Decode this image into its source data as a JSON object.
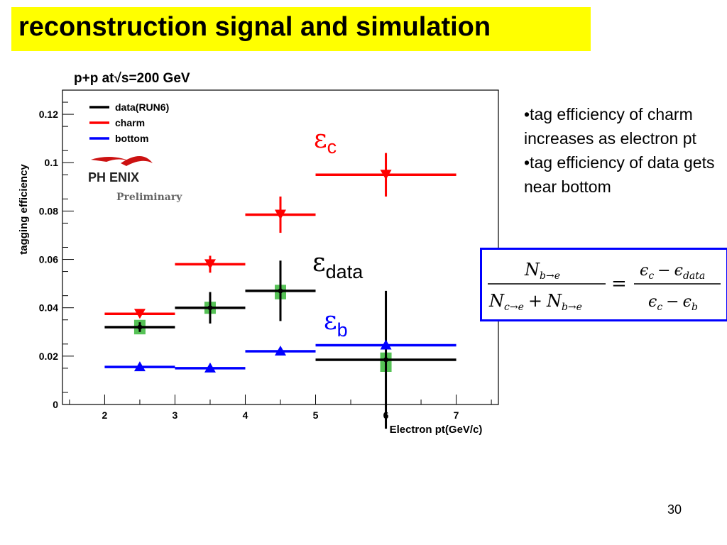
{
  "slide": {
    "title": "reconstruction signal and simulation",
    "page_number": "30",
    "bullets": [
      "•tag efficiency of charm increases as electron pt",
      "•tag efficiency of data gets near bottom"
    ],
    "formula": {
      "numerator_left": "N",
      "numerator_left_sub": "b→e",
      "denominator_left_a": "N",
      "denominator_left_a_sub": "c→e",
      "denominator_left_plus": "+",
      "denominator_left_b": "N",
      "denominator_left_b_sub": "b→e",
      "equals": "=",
      "numerator_right": "ϵ",
      "numerator_right_sub": "c",
      "numerator_right_minus": "−",
      "numerator_right_b": "ϵ",
      "numerator_right_b_sub": "data",
      "denominator_right": "ϵ",
      "denominator_right_sub": "c",
      "denominator_right_minus": "−",
      "denominator_right_b": "ϵ",
      "denominator_right_b_sub": "b"
    },
    "epsilon_labels": {
      "charm": {
        "symbol": "ε",
        "sub": "c",
        "color": "#ff0000"
      },
      "data": {
        "symbol": "ε",
        "sub": "data",
        "color": "#000000"
      },
      "bottom": {
        "symbol": "ε",
        "sub": "b",
        "color": "#0000ff"
      }
    },
    "colors": {
      "title_bg": "#ffff00",
      "formula_border": "#0000ff"
    }
  },
  "chart_data": {
    "type": "scatter",
    "title": "p+p at√s=200 GeV",
    "xlabel": "Electron pt(GeV/c)",
    "ylabel": "tagging efficiency",
    "xlim": [
      1.4,
      7.6
    ],
    "ylim": [
      0,
      0.13
    ],
    "x_ticks": [
      "2",
      "3",
      "4",
      "5",
      "6",
      "7"
    ],
    "y_ticks": [
      "0",
      "0.02",
      "0.04",
      "0.06",
      "0.08",
      "0.1",
      "0.12"
    ],
    "grid": false,
    "legend_position": "top-left",
    "logo_text": "PH ENIX",
    "logo_subtext": "Preliminary",
    "series": [
      {
        "name": "data(RUN6)",
        "color": "#000000",
        "marker": "dot",
        "points": [
          {
            "x": 2.5,
            "xlo": 2,
            "xhi": 3,
            "y": 0.032,
            "yerr": 0.002
          },
          {
            "x": 3.5,
            "xlo": 3,
            "xhi": 4,
            "y": 0.04,
            "yerr": 0.0065
          },
          {
            "x": 4.5,
            "xlo": 4,
            "xhi": 5,
            "y": 0.047,
            "yerr": 0.0125
          },
          {
            "x": 6.0,
            "xlo": 5,
            "xhi": 7,
            "y": 0.0185,
            "yerr": 0.0285
          }
        ]
      },
      {
        "name": "charm",
        "color": "#ff0000",
        "marker": "triangle-down",
        "points": [
          {
            "x": 2.5,
            "xlo": 2,
            "xhi": 3,
            "y": 0.0375,
            "yerr": 0.001
          },
          {
            "x": 3.5,
            "xlo": 3,
            "xhi": 4,
            "y": 0.058,
            "yerr": 0.0035
          },
          {
            "x": 4.5,
            "xlo": 4,
            "xhi": 5,
            "y": 0.0785,
            "yerr": 0.0075
          },
          {
            "x": 6.0,
            "xlo": 5,
            "xhi": 7,
            "y": 0.095,
            "yerr": 0.009
          }
        ]
      },
      {
        "name": "bottom",
        "color": "#0000ff",
        "marker": "triangle-up",
        "points": [
          {
            "x": 2.5,
            "xlo": 2,
            "xhi": 3,
            "y": 0.0155,
            "yerr": 0.0005
          },
          {
            "x": 3.5,
            "xlo": 3,
            "xhi": 4,
            "y": 0.015,
            "yerr": 0.0005
          },
          {
            "x": 4.5,
            "xlo": 4,
            "xhi": 5,
            "y": 0.022,
            "yerr": 0.0006
          },
          {
            "x": 6.0,
            "xlo": 5,
            "xhi": 7,
            "y": 0.0245,
            "yerr": 0.001
          }
        ]
      },
      {
        "name": "",
        "color": "#44bb44",
        "marker": "square-band",
        "points": [
          {
            "x": 2.5,
            "y": 0.032,
            "yerr": 0.003
          },
          {
            "x": 3.5,
            "y": 0.04,
            "yerr": 0.0025
          },
          {
            "x": 4.5,
            "y": 0.0465,
            "yerr": 0.003
          },
          {
            "x": 6.0,
            "y": 0.0175,
            "yerr": 0.004
          }
        ]
      }
    ]
  }
}
